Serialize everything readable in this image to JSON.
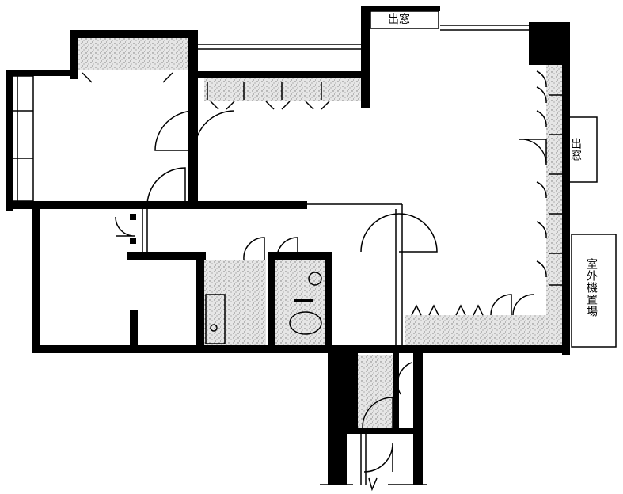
{
  "labels": {
    "bay_window_top": "出窓",
    "bay_window_right": "出窓",
    "outdoor_unit_space": "室外機置場"
  },
  "colors": {
    "wall": "#000000",
    "line": "#000000",
    "speckle": "#d9d9d9",
    "background": "#ffffff"
  }
}
